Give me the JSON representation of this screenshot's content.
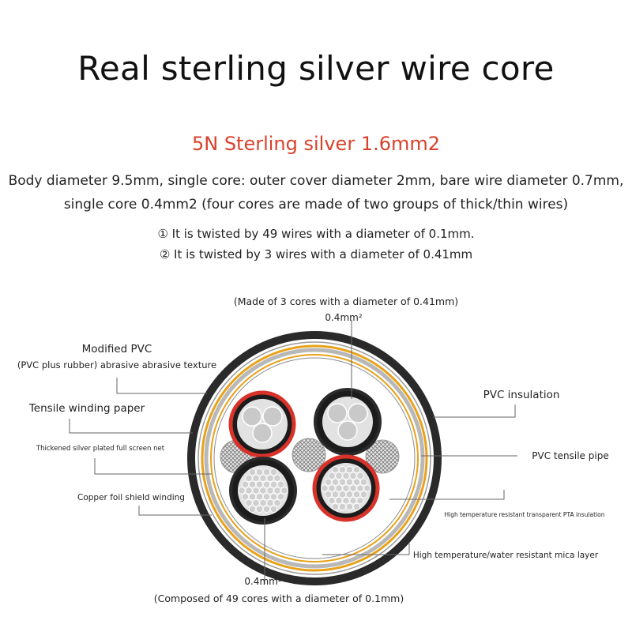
{
  "header": {
    "title": "Real sterling silver wire core",
    "subtitle": "5N Sterling silver 1.6mm2",
    "subtitle_color": "#d9412b",
    "description": "Body diameter 9.5mm, single core: outer cover diameter 2mm, bare wire diameter 0.7mm, single core 0.4mm2 (four cores are made of two groups of thick/thin wires)",
    "note1": "① It is twisted by 49 wires with a diameter of 0.1mm.",
    "note2": "② It is twisted by 3 wires with a diameter of 0.41mm"
  },
  "diagram": {
    "top_caption": "(Made of 3 cores with a diameter of 0.41mm)",
    "top_size": "0.4mm²",
    "bottom_size": "0.4mm²",
    "bottom_caption": "(Composed of 49 cores with a diameter of 0.1mm)",
    "labels_left": {
      "modified_pvc": "Modified PVC",
      "modified_pvc_sub": "(PVC plus rubber) abrasive abrasive texture",
      "tensile_paper": "Tensile winding paper",
      "screen_net": "Thickened silver plated full screen net",
      "copper_foil": "Copper foil shield winding"
    },
    "labels_right": {
      "pvc_insulation": "PVC insulation",
      "pvc_tensile_pipe": "PVC tensile pipe",
      "pta_insulation": "High temperature resistant transparent PTA insulation",
      "mica_layer": "High temperature/water resistant mica layer"
    },
    "colors": {
      "outer_jacket": "#2a2a2a",
      "yellow_layer": "#e8a21a",
      "red_insulation": "#d8322a",
      "core_silver": "#c9c9c9"
    }
  }
}
